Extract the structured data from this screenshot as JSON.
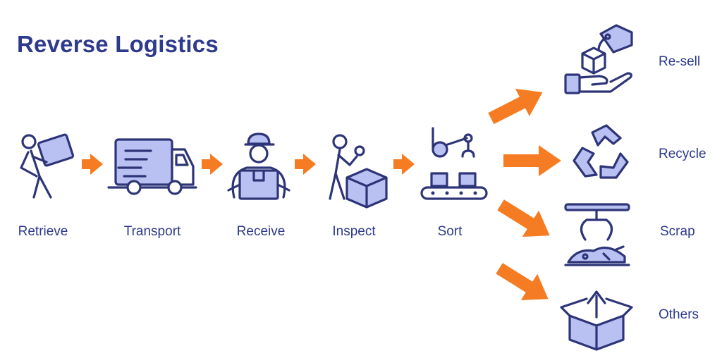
{
  "title": "Reverse Logistics",
  "steps": [
    {
      "label": "Retrieve",
      "icon": "person-carrying-box-icon"
    },
    {
      "label": "Transport",
      "icon": "delivery-truck-icon"
    },
    {
      "label": "Receive",
      "icon": "worker-holding-box-icon"
    },
    {
      "label": "Inspect",
      "icon": "person-inspecting-box-icon"
    },
    {
      "label": "Sort",
      "icon": "robot-arm-conveyor-icon"
    }
  ],
  "outcomes": [
    {
      "label": "Re-sell",
      "icon": "hand-price-tag-icon"
    },
    {
      "label": "Recycle",
      "icon": "recycle-icon"
    },
    {
      "label": "Scrap",
      "icon": "claw-scrap-pile-icon"
    },
    {
      "label": "Others",
      "icon": "open-box-arrow-icon"
    }
  ],
  "colors": {
    "title": "#2e3a8c",
    "arrow": "#f57c22",
    "icon_fill": "#b9c1f2",
    "icon_stroke": "#2d3578"
  }
}
